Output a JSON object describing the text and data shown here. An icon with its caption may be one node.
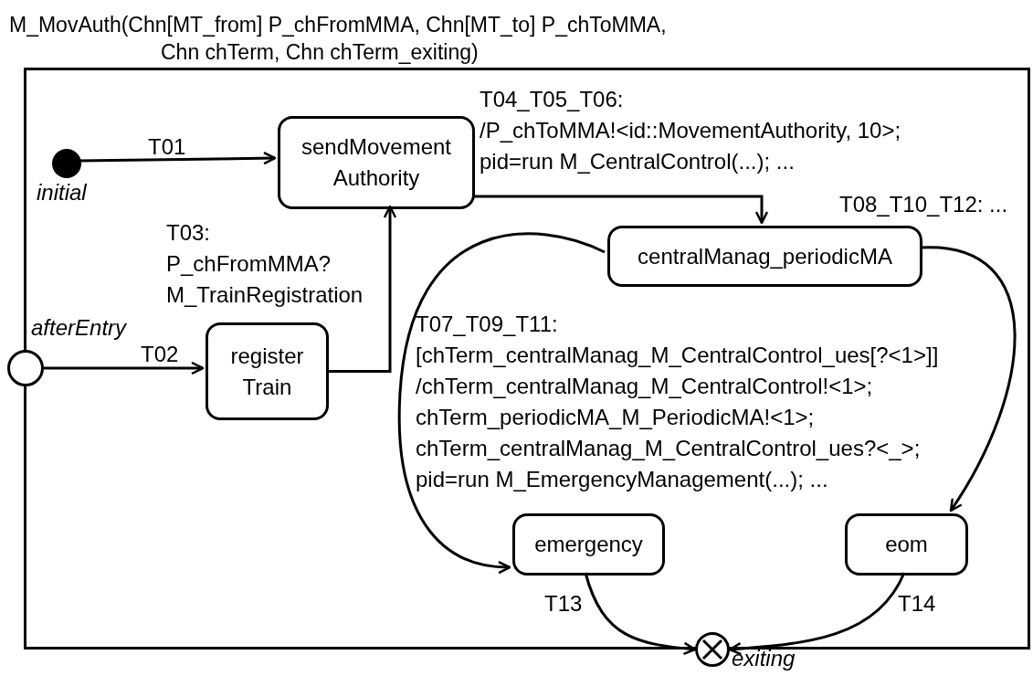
{
  "diagram": {
    "nodes": [
      {
        "text": [
          "M_MovAuth(Chn[MT_from] P_chFromMMA, Chn[MT_to] P_chToMMA, Chn chTerm, Chn chTerm_exiting)"
        ]
      },
      {
        "text": [],
        "shape": "circle",
        "in": 0,
        "beside": [
          "initial"
        ]
      },
      {
        "text": [
          "sendMovement Authority"
        ],
        "in": 0
      },
      {
        "text": [],
        "shape": "circle",
        "beside": [
          "afterEntry"
        ]
      },
      {
        "text": [
          "register Train"
        ],
        "in": 0
      },
      {
        "text": [
          "centralManag_periodicMA"
        ],
        "in": 0
      },
      {
        "text": [
          "emergency"
        ],
        "in": 0
      },
      {
        "text": [
          "eom"
        ],
        "in": 0
      },
      {
        "text": [],
        "shape": "circle",
        "beside": [
          "exiting"
        ]
      }
    ],
    "edges": [
      {
        "from": 1,
        "to": 2,
        "arrow": "to",
        "label": "T01"
      },
      {
        "from": 3,
        "to": 4,
        "arrow": "to",
        "label": "T02"
      },
      {
        "from": 4,
        "to": 2,
        "arrow": "to",
        "label": "T03: P_chFromMMA? M_TrainRegistration"
      },
      {
        "from": 2,
        "to": 5,
        "arrow": "to",
        "label": "T04_T05_T06: /P_chToMMA!<id::MovementAuthority, 10>; pid=run M_CentralControl(...); ..."
      },
      {
        "from": 5,
        "to": 6,
        "arrow": "to",
        "label": "T07_T09_T11: [chTerm_centralManag_M_CentralControl_ues[?<1>]] /chTerm_centralManag_M_CentralControl!<1>; chTerm_periodicMA_M_PeriodicMA!<1>; chTerm_centralManag_M_CentralControl_ues?<_>; pid=run M_EmergencyManagement(...); ..."
      },
      {
        "from": 5,
        "to": 7,
        "arrow": "to",
        "label": "T08_T10_T12: ..."
      },
      {
        "from": 6,
        "to": 8,
        "arrow": "to",
        "label": "T13"
      },
      {
        "from": 7,
        "to": 8,
        "arrow": "to",
        "label": "T14"
      }
    ]
  }
}
